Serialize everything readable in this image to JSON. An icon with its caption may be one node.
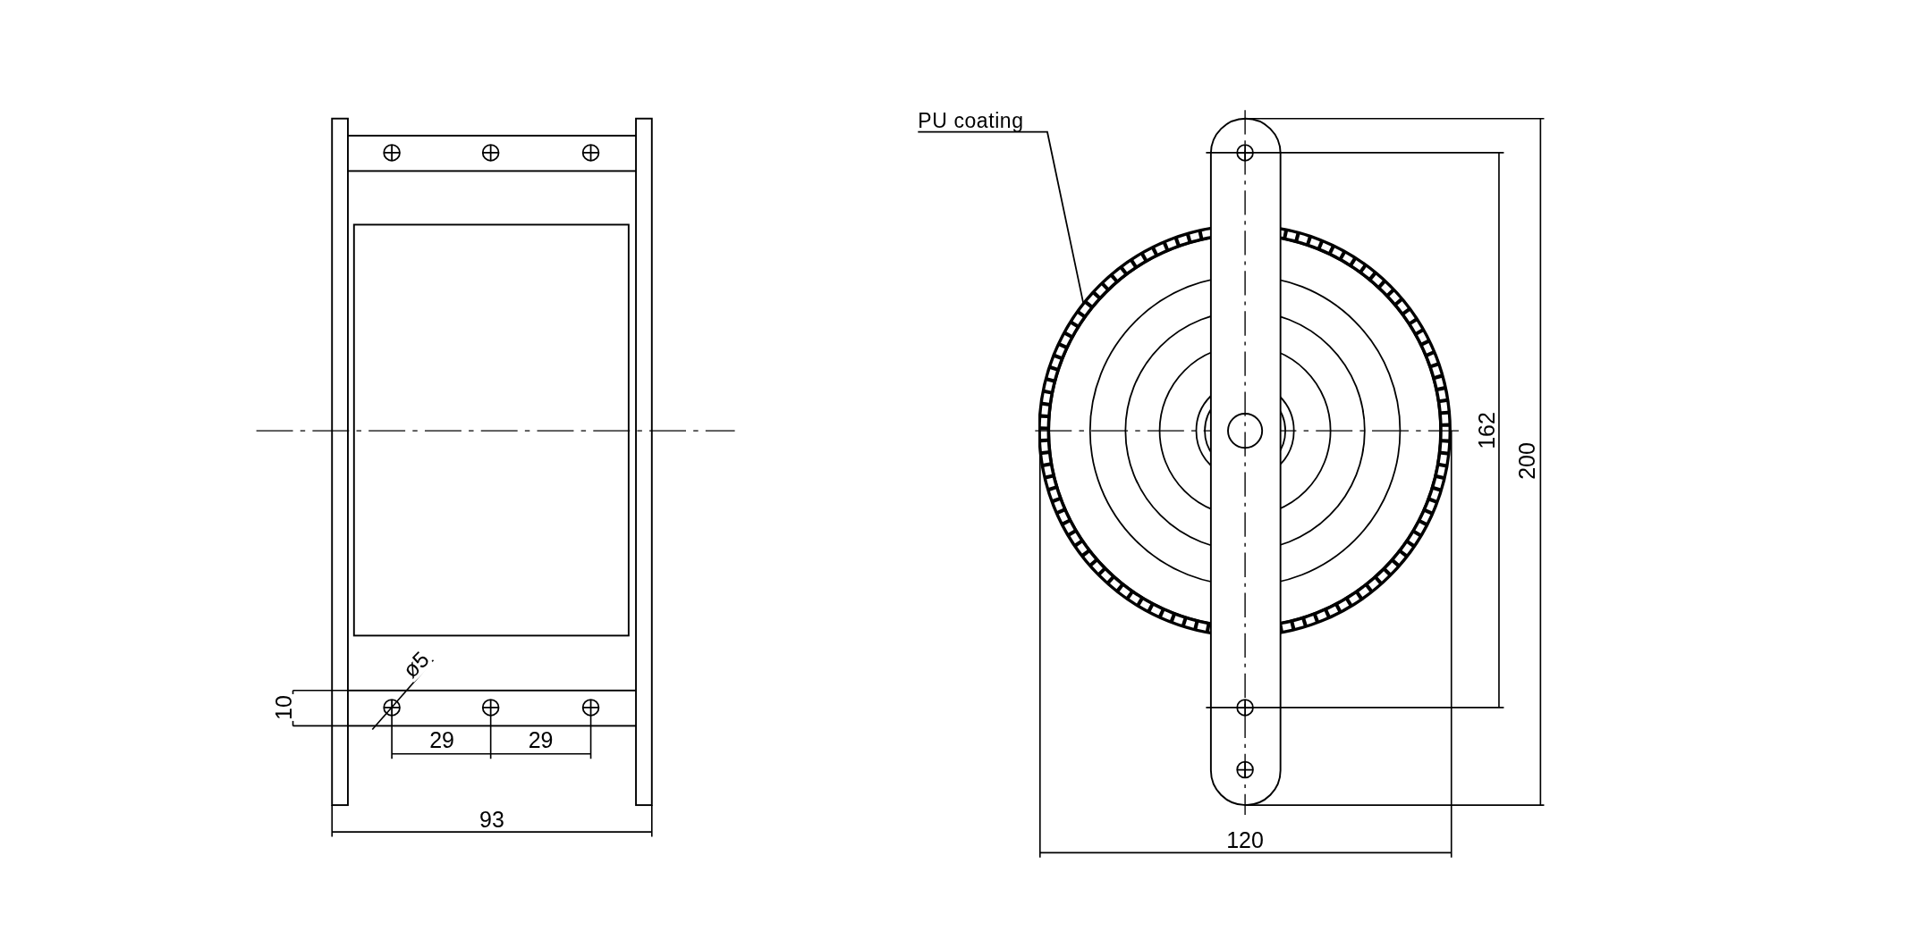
{
  "diagram": {
    "nodes": [
      {
        "text": [
          "PU coating"
        ]
      },
      {
        "text": [],
        "shape": "circle"
      }
    ],
    "edges": [
      {
        "from": 0,
        "to": 1,
        "arrow": "none"
      }
    ],
    "labels": [
      "ø5",
      "10",
      "29",
      "29",
      "93",
      "162",
      "200",
      "120"
    ]
  }
}
